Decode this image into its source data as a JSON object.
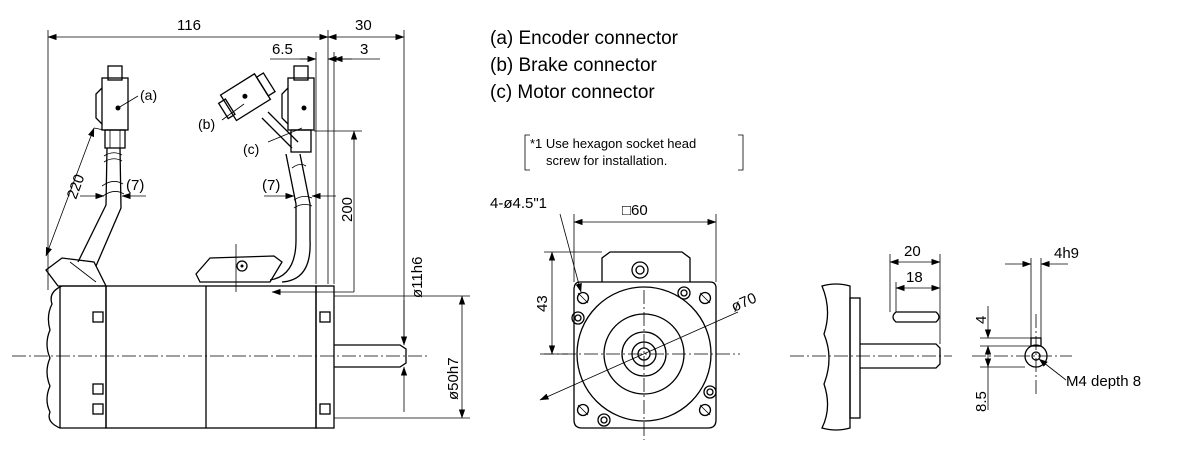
{
  "legend": {
    "a": "(a) Encoder connector",
    "b": "(b) Brake connector",
    "c": "(c) Motor connector"
  },
  "note": {
    "line1": "*1 Use hexagon socket head",
    "line2": "screw for installation."
  },
  "side_view": {
    "dim_116": "116",
    "dim_30": "30",
    "dim_6_5": "6.5",
    "dim_3": "3",
    "dim_220": "220",
    "dim_200": "200",
    "dim_7_left": "(7)",
    "dim_7_right": "(7)",
    "label_a": "(a)",
    "label_b": "(b)",
    "label_c": "(c)",
    "dia_11h6": "ø11h6",
    "dia_50h7": "ø50h7"
  },
  "front_view": {
    "holes": "4-ø4.5\"1",
    "square": "□60",
    "dim_43": "43",
    "pcd": "ø70"
  },
  "shaft_view": {
    "dim_20": "20",
    "dim_18": "18"
  },
  "shaft_end_view": {
    "dim_4h9": "4h9",
    "dim_4": "4",
    "dim_8_5": "8.5",
    "tap": "M4 depth 8"
  }
}
